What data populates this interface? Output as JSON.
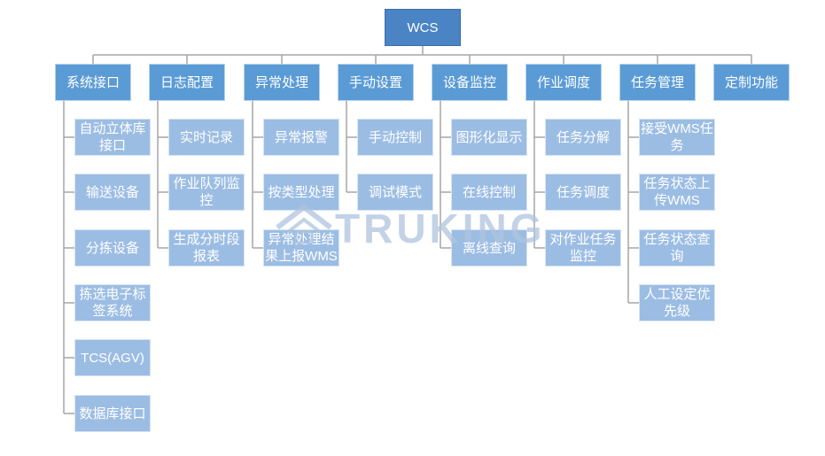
{
  "root": {
    "label": "WCS"
  },
  "modules": [
    {
      "label": "系统接口",
      "children": [
        "自动立体库接口",
        "输送设备",
        "分拣设备",
        "拣选电子标签系统",
        "TCS(AGV)",
        "数据库接口"
      ]
    },
    {
      "label": "日志配置",
      "children": [
        "实时记录",
        "作业队列监控",
        "生成分时段报表"
      ]
    },
    {
      "label": "异常处理",
      "children": [
        "异常报警",
        "按类型处理",
        "异常处理结果上报WMS"
      ]
    },
    {
      "label": "手动设置",
      "children": [
        "手动控制",
        "调试模式"
      ]
    },
    {
      "label": "设备监控",
      "children": [
        "图形化显示",
        "在线控制",
        "离线查询"
      ]
    },
    {
      "label": "作业调度",
      "children": [
        "任务分解",
        "任务调度",
        "对作业任务监控"
      ]
    },
    {
      "label": "任务管理",
      "children": [
        "接受WMS任务",
        "任务状态上传WMS",
        "任务状态查询",
        "人工设定优先级"
      ]
    },
    {
      "label": "定制功能",
      "children": []
    }
  ],
  "watermark": {
    "text": "TRUKING",
    "icon": "truking-logo-icon"
  },
  "colors": {
    "root_fill": "#4a84c4",
    "module_fill": "#5b9bd5",
    "child_fill": "#9cbde3",
    "connector": "#a6a6a6",
    "text": "#ffffff",
    "watermark": "rgba(175,195,222,0.75)"
  }
}
